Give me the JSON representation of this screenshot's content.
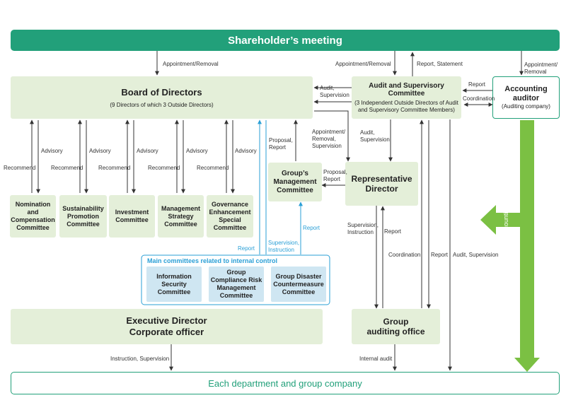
{
  "shareholders": "Shareholder’s meeting",
  "board": {
    "title": "Board of Directors",
    "subtitle": "(9 Directors of which 3 Outside Directors)"
  },
  "audit_committee": {
    "title": "Audit and Supervisory Committee",
    "subtitle": "(3 Independent Outside Directors of Audit and Supervisory Committee Members)"
  },
  "accounting_auditor": {
    "title": "Accounting auditor",
    "subtitle": "(Auditing company)"
  },
  "representative_director": "Representative Director",
  "group_management_committee": "Group’s Management Committee",
  "committees": [
    "Nomination and Compensation Committee",
    "Sustainability Promotion Committee",
    "Investment Committee",
    "Management Strategy Committee",
    "Governance Enhancement Special Committee"
  ],
  "internal_control": {
    "title": "Main committees related to internal control",
    "items": [
      "Information Security Committee",
      "Group Compliance Risk Management Committee",
      "Group Disaster Countermeasure Committee"
    ]
  },
  "executive": "Executive Director Corporate officer",
  "group_auditing_office": "Group auditing office",
  "departments": "Each department and group company",
  "labels": {
    "appointment_removal": "Appointment/Removal",
    "appointment_removal_wrap": "Appointment/ Removal",
    "report_statement": "Report, Statement",
    "audit_supervision": "Audit, Supervision",
    "report": "Report",
    "coordination": "Coordination",
    "advisory": "Advisory",
    "recommend": "Recommend",
    "appointment_removal_supervision": "Appointment/ Removal, Supervision",
    "proposal_report": "Proposal, Report",
    "supervision_instruction": "Supervision, Instruction",
    "instruction_supervision": "Instruction, Supervision",
    "internal_audit": "Internal audit",
    "accounting_audit": "Accounting audit"
  },
  "colors": {
    "green": "#22a07a",
    "light_green": "#e4efd9",
    "arrow_green": "#7bc043",
    "blue": "#2a9fd6",
    "light_blue": "#cfe6f2"
  }
}
